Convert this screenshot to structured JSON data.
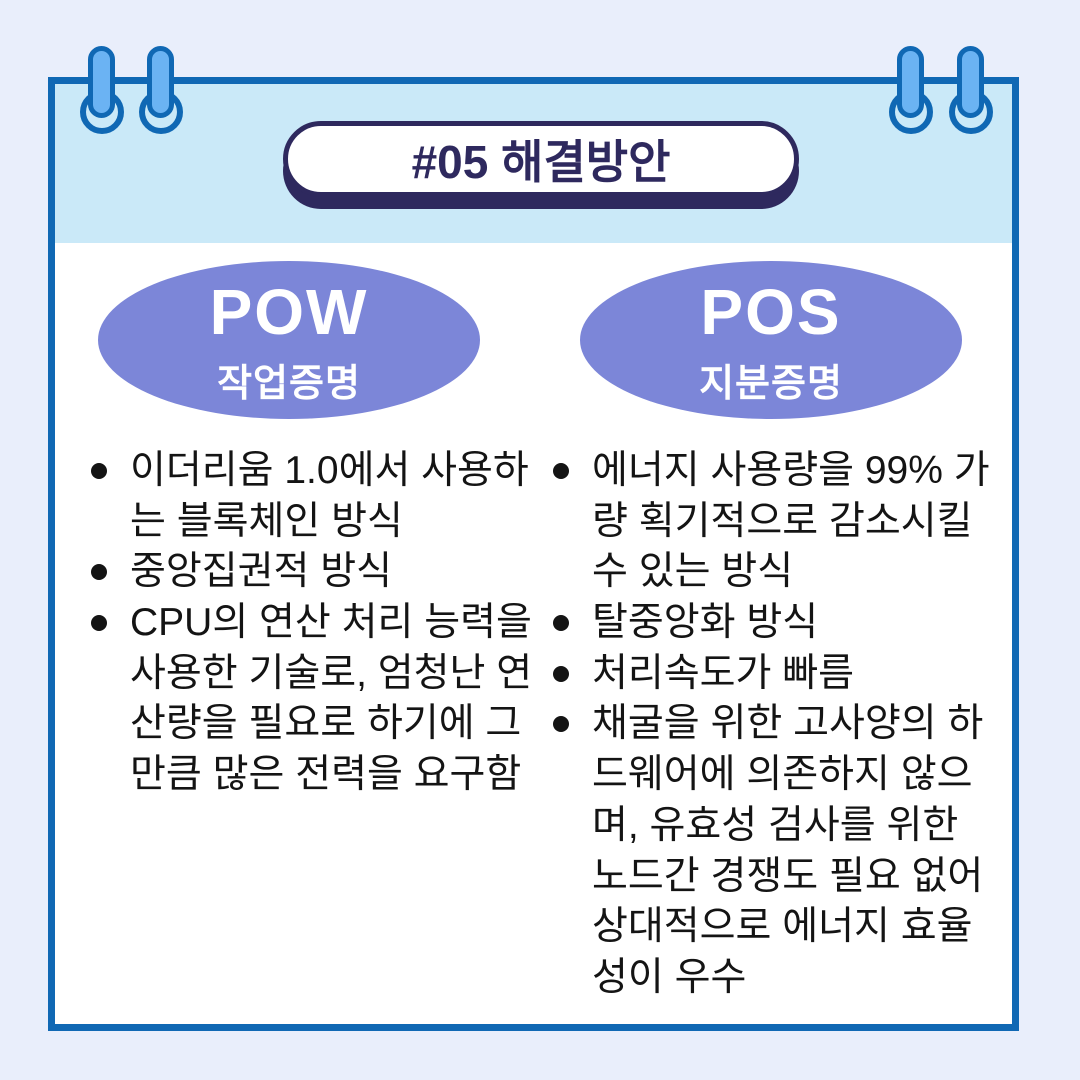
{
  "colors": {
    "page-bg": "#e9eefb",
    "card-border": "#1068b4",
    "band": "#cae9f8",
    "ring-fill": "#6bb3f3",
    "navy": "#2e295e",
    "oval": "#7c86d8",
    "text": "#141414"
  },
  "header": {
    "badge_label": "#05 해결방안"
  },
  "columns": [
    {
      "title": "POW",
      "subtitle": "작업증명",
      "bullets": [
        "이더리움 1.0에서 사용하는 블록체인 방식",
        "중앙집권적 방식",
        "CPU의 연산 처리 능력을 사용한 기술로, 엄청난 연산량을 필요로 하기에 그만큼 많은 전력을 요구함"
      ]
    },
    {
      "title": "POS",
      "subtitle": "지분증명",
      "bullets": [
        "에너지 사용량을 99% 가량 획기적으로 감소시킬 수 있는 방식",
        "탈중앙화 방식",
        "처리속도가 빠름",
        "채굴을 위한 고사양의 하드웨어에 의존하지 않으며, 유효성 검사를 위한 노드간 경쟁도 필요 없어 상대적으로 에너지 효율성이 우수"
      ]
    }
  ]
}
